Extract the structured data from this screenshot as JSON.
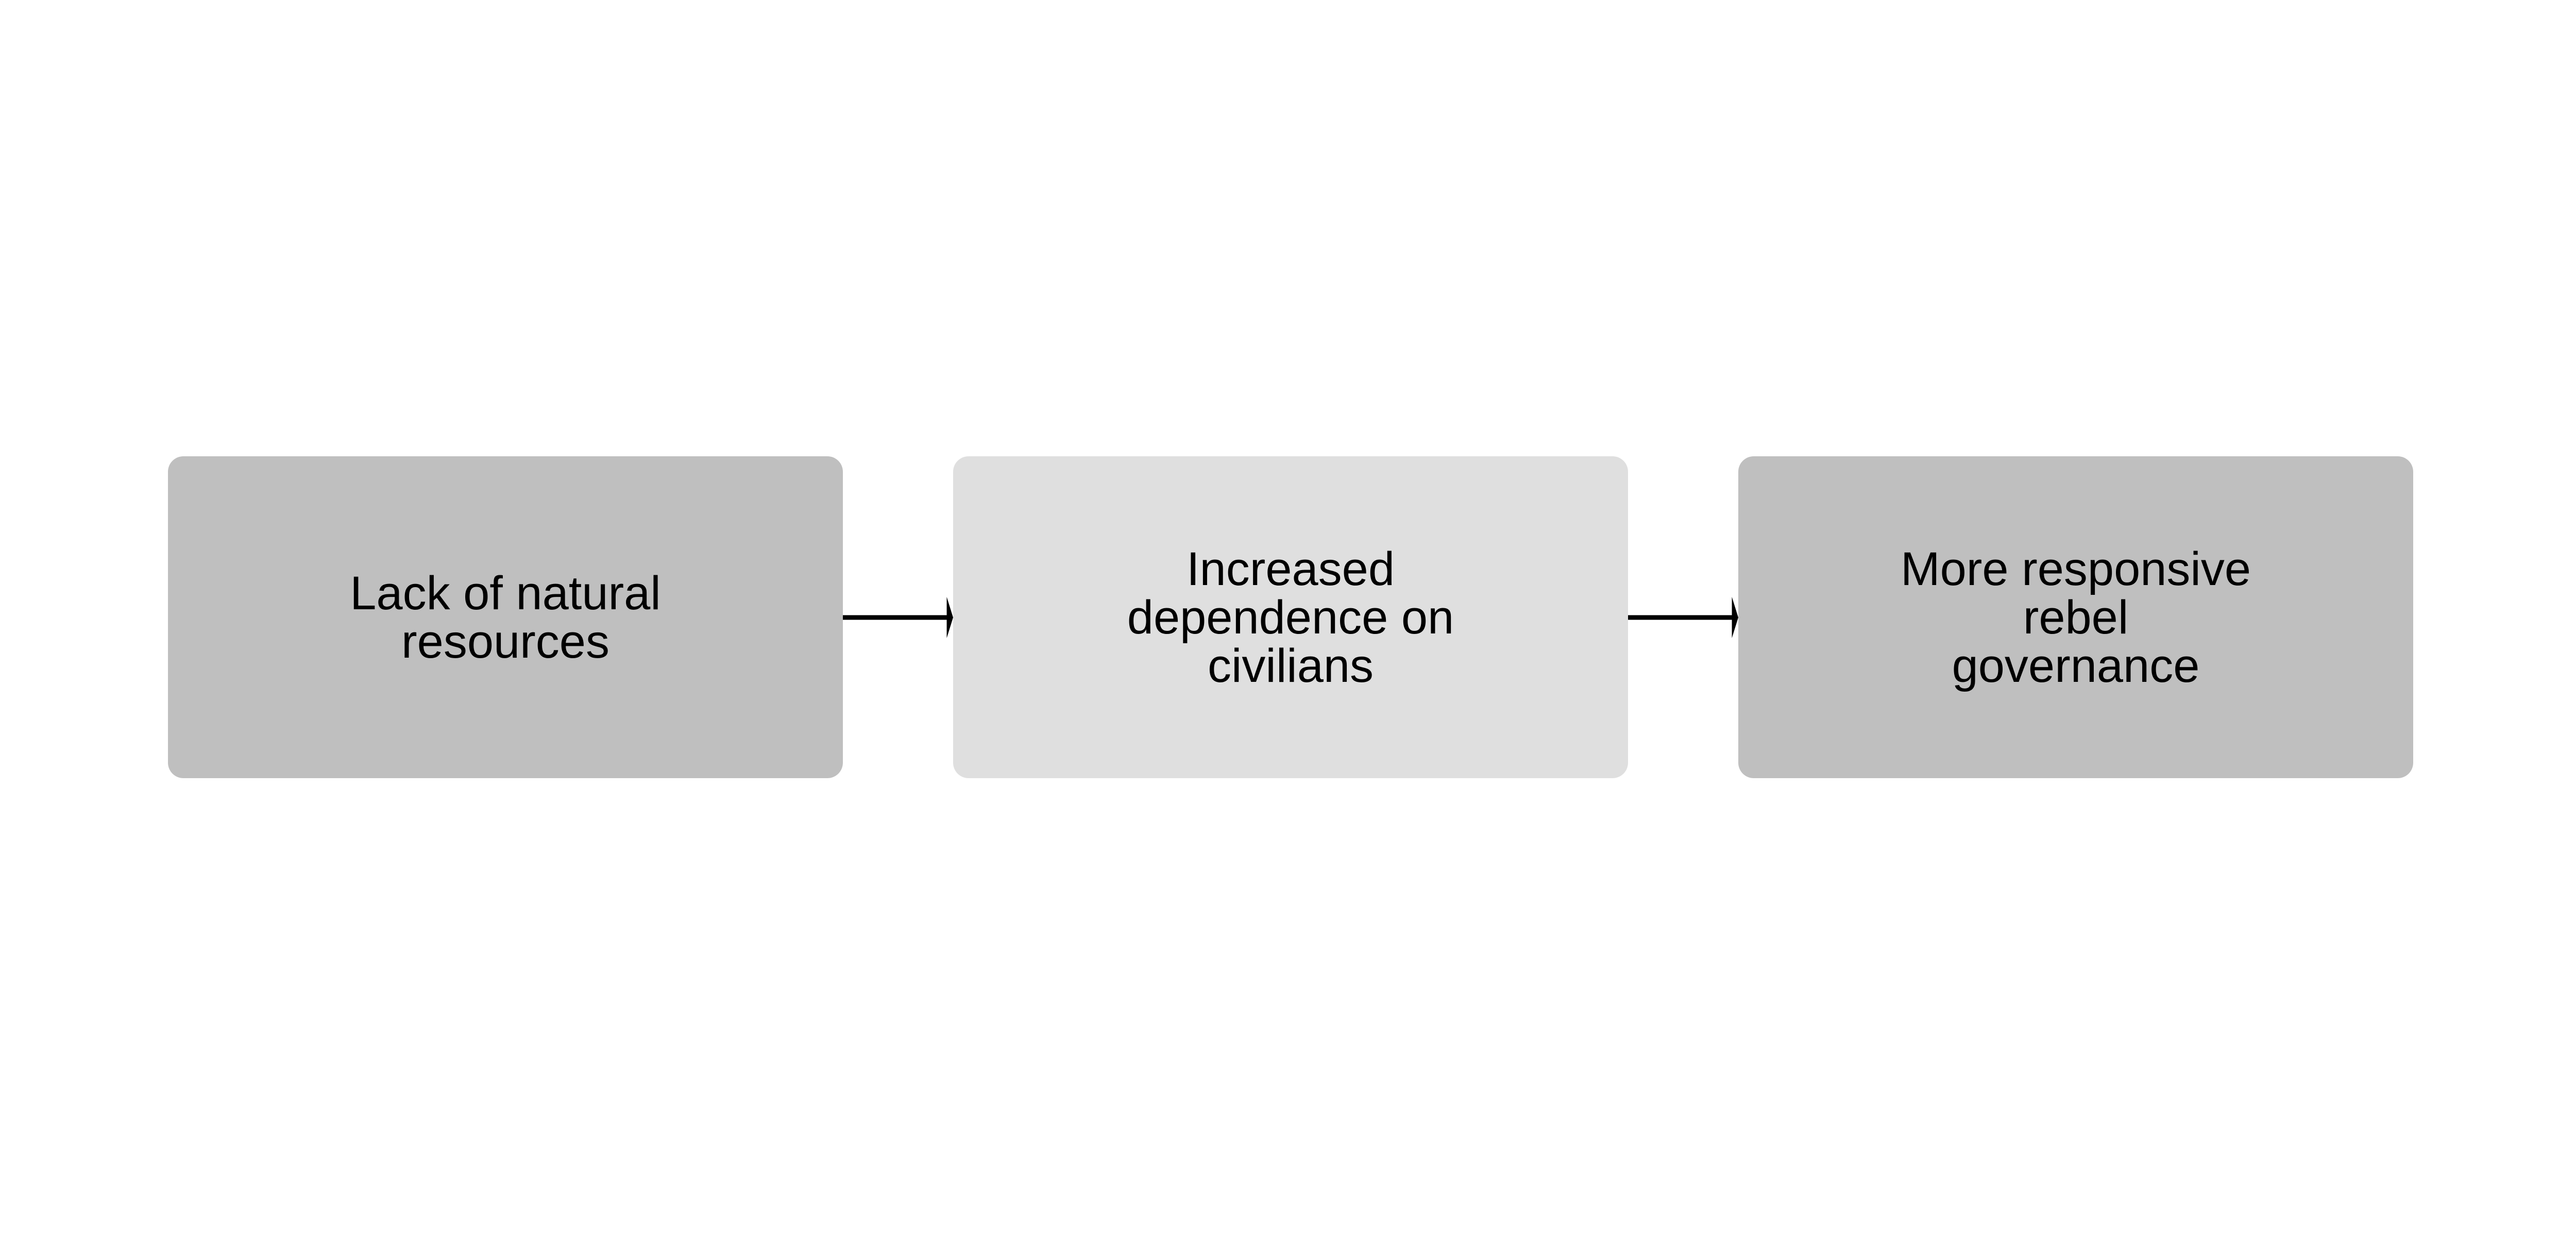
{
  "nodes": [
    {
      "id": "n1",
      "lines": [
        "Lack of natural",
        "resources"
      ],
      "color": "#bfbfbf"
    },
    {
      "id": "n2",
      "lines": [
        "Increased",
        "dependence on",
        "civilians"
      ],
      "color": "#dfdfdf"
    },
    {
      "id": "n3",
      "lines": [
        "More responsive",
        "rebel",
        "governance"
      ],
      "color": "#bfbfbf"
    }
  ],
  "edges": [
    {
      "from": "n1",
      "to": "n2"
    },
    {
      "from": "n2",
      "to": "n3"
    }
  ]
}
